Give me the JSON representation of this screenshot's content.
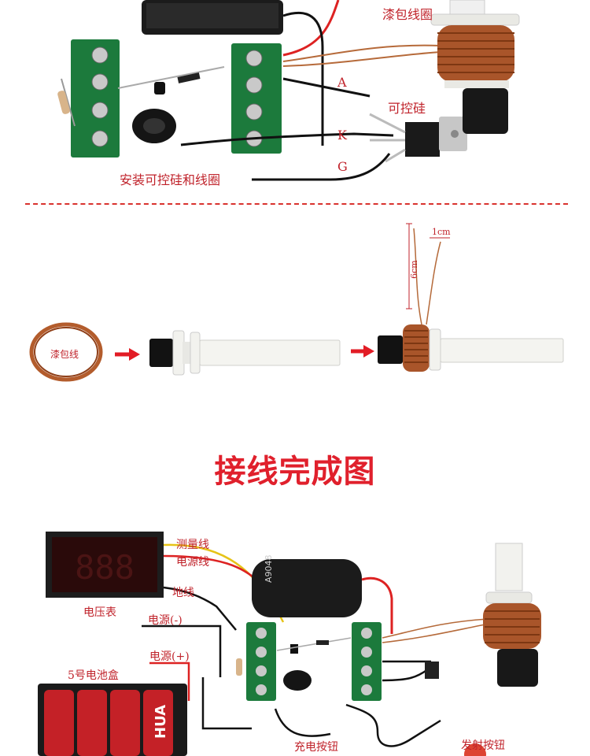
{
  "top": {
    "labels": {
      "coil": "漆包线圈",
      "a": "A",
      "scr": "可控硅",
      "k": "K",
      "g": "G",
      "install": "安装可控硅和线圈"
    }
  },
  "mid": {
    "enamel_label": "漆包线",
    "dim_6cm": "6cm",
    "dim_1cm": "1cm"
  },
  "headline": "接线完成图",
  "bottom": {
    "labels": {
      "measure": "测量线",
      "power_line": "电源线",
      "ground": "地线",
      "voltmeter": "电压表",
      "power_neg": "电源(-)",
      "power_pos": "电源(+)",
      "battery_box": "5号电池盒",
      "charge_btn": "充电按钮",
      "fire_btn": "发射按钮"
    },
    "capacitor_text": "A9048",
    "voltmeter_display": "888",
    "battery_brand": "HUA"
  }
}
